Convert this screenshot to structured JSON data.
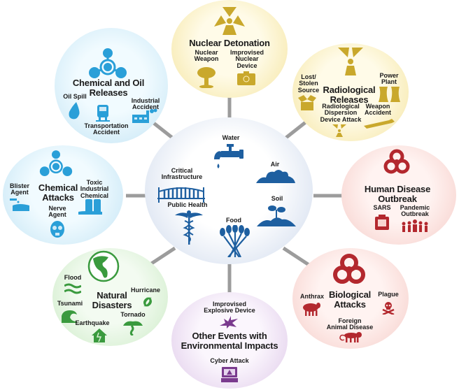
{
  "center": {
    "items": {
      "water": "Water",
      "air": "Air",
      "infra": "Critical\nInfrastructure",
      "soil": "Soil",
      "health": "Public Health",
      "food": "Food"
    }
  },
  "nuclear": {
    "title": "Nuclear Detonation",
    "sub1": "Nuclear\nWeapon",
    "sub2": "Improvised\nNuclear\nDevice"
  },
  "chemoil": {
    "title": "Chemical and Oil\nReleases",
    "sub1": "Oil Spill",
    "sub2": "Industrial\nAccident",
    "sub3": "Transportation\nAccident"
  },
  "radio": {
    "title": "Radiological\nReleases",
    "sub1": "Lost/\nStolen\nSource",
    "sub2": "Power\nPlant",
    "sub3": "Radiological\nDispersion\nDevice Attack",
    "sub4": "Weapon\nAccident"
  },
  "chemattack": {
    "title": "Chemical\nAttacks",
    "sub1": "Blister\nAgent",
    "sub2": "Toxic\nIndustrial\nChemical",
    "sub3": "Nerve\nAgent"
  },
  "human": {
    "title": "Human Disease\nOutbreak",
    "sub1": "SARS",
    "sub2": "Pandemic\nOutbreak"
  },
  "natural": {
    "title": "Natural\nDisasters",
    "sub1": "Flood",
    "sub2": "Hurricane",
    "sub3": "Tsunami",
    "sub4": "Tornado",
    "sub5": "Earthquake"
  },
  "bio": {
    "title": "Biological\nAttacks",
    "sub1": "Anthrax",
    "sub2": "Plague",
    "sub3": "Foreign\nAnimal Disease"
  },
  "other": {
    "title": "Other Events with\nEnvironmental Impacts",
    "sub1": "Improvised\nExplosive Device",
    "sub2": "Cyber Attack"
  },
  "colors": {
    "nuclear": "#c9a82c",
    "chem": "#2a9fd8",
    "bio": "#b3282e",
    "natural": "#3a9a3e",
    "other": "#7a3a8e",
    "center": "#1e5fa0",
    "connector": "#9a9a9a"
  }
}
